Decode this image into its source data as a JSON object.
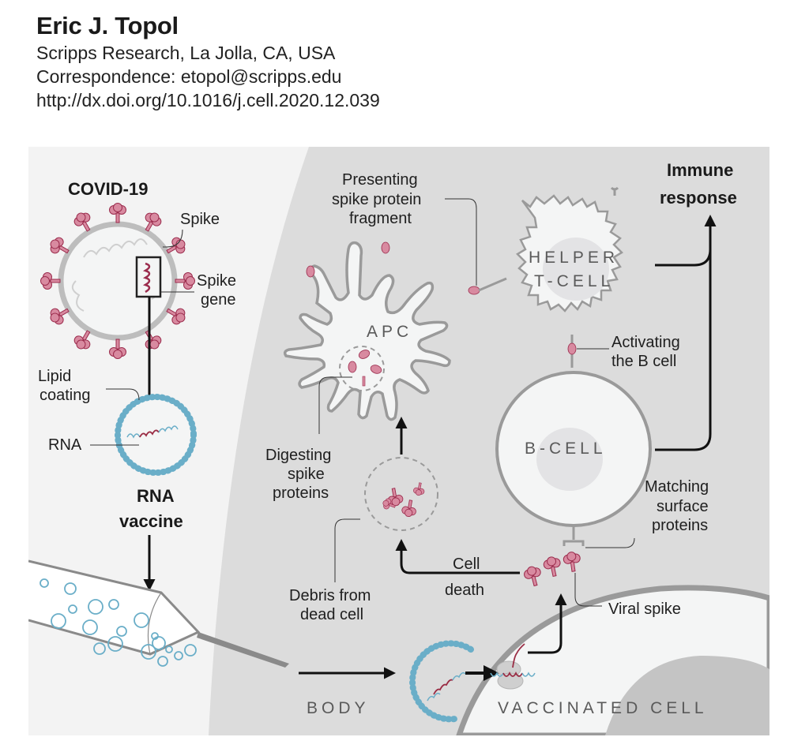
{
  "header": {
    "author": "Eric J. Topol",
    "affiliation": "Scripps Research, La Jolla, CA, USA",
    "correspondence": "Correspondence: etopol@scripps.edu",
    "doi": "http://dx.doi.org/10.1016/j.cell.2020.12.039"
  },
  "colors": {
    "outer_bg": "#f3f3f3",
    "body_bg": "#dcdcdc",
    "cell_fill": "#f4f5f5",
    "nucleus": "#e3e3e5",
    "membrane": "#9a9a9a",
    "spike_pink": "#d88aa0",
    "spike_dark": "#9b2c4d",
    "lipid_blue": "#6aaec8",
    "rna_red": "#9a2c44",
    "arrow": "#111111",
    "vaccinated_nucleus": "#c4c4c4"
  },
  "diagram": {
    "virus": {
      "title": "COVID-19",
      "spike_label": "Spike",
      "spike_gene_label_1": "Spike",
      "spike_gene_label_2": "gene"
    },
    "vaccine": {
      "lipid_label_1": "Lipid",
      "lipid_label_2": "coating",
      "rna_label": "RNA",
      "title_1": "RNA",
      "title_2": "vaccine"
    },
    "apc": {
      "name": "APC",
      "presenting_1": "Presenting",
      "presenting_2": "spike protein",
      "presenting_3": "fragment",
      "digesting_1": "Digesting",
      "digesting_2": "spike",
      "digesting_3": "proteins",
      "debris_1": "Debris from",
      "debris_2": "dead cell"
    },
    "helper_t_cell": {
      "name_1": "HELPER",
      "name_2": "T-CELL",
      "activating_1": "Activating",
      "activating_2": "the B cell"
    },
    "b_cell": {
      "name": "B-CELL",
      "matching_1": "Matching",
      "matching_2": "surface",
      "matching_3": "proteins"
    },
    "immune_response_1": "Immune",
    "immune_response_2": "response",
    "cell_death_1": "Cell",
    "cell_death_2": "death",
    "viral_spike_label": "Viral spike",
    "body_label": "BODY",
    "vaccinated_cell_label": "VACCINATED CELL"
  }
}
